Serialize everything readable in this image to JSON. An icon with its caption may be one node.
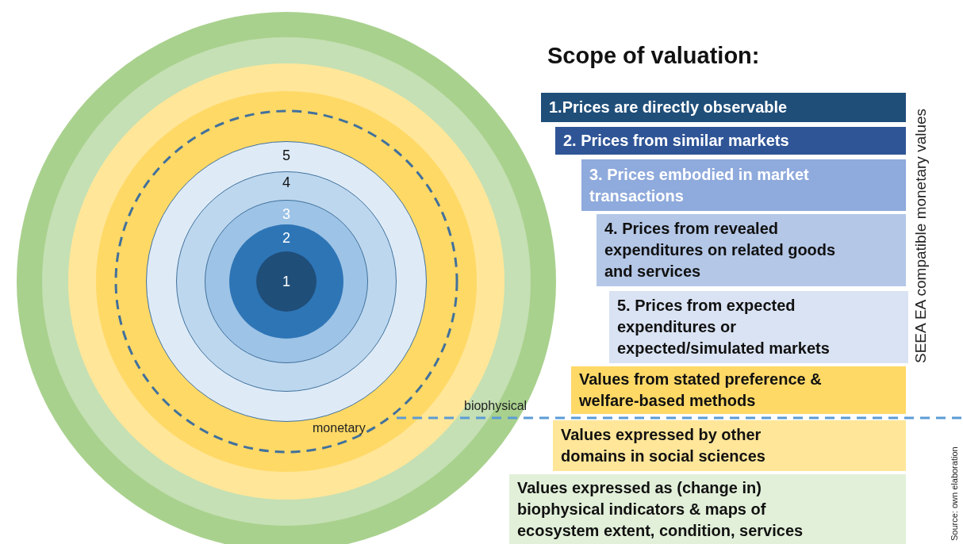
{
  "diagram": {
    "title": "Scope of valuation:",
    "nodes": [
      {
        "text": [],
        "shape": "circle"
      },
      {
        "text": [],
        "shape": "circle",
        "in": 0
      },
      {
        "text": [],
        "shape": "circle",
        "in": 1
      },
      {
        "text": [],
        "shape": "circle",
        "in": 2
      },
      {
        "text": [
          "5"
        ],
        "in": 3
      },
      {
        "text": [
          "4"
        ],
        "in": 4
      },
      {
        "text": [
          "3"
        ],
        "in": 5
      },
      {
        "text": [
          "2"
        ],
        "in": 6
      },
      {
        "text": [
          "1"
        ],
        "in": 7
      },
      {
        "text": [
          "1.Prices are directly observable"
        ]
      },
      {
        "text": [
          "2. Prices from similar markets"
        ]
      },
      {
        "text": [
          "3. Prices embodied in market transactions"
        ]
      },
      {
        "text": [
          "4. Prices from revealed expenditures on related goods and services"
        ]
      },
      {
        "text": [
          "5. Prices from expected expenditures or expected/simulated markets"
        ]
      },
      {
        "text": [
          "Values from stated preference & welfare-based methods"
        ]
      },
      {
        "text": [
          "Values expressed by other domains in social sciences"
        ]
      },
      {
        "text": [
          "Values expressed as (change in) biophysical indicators & maps of ecosystem extent, condition, services"
        ]
      }
    ],
    "labels": [
      "monetary",
      "biophysical",
      "SEEA EA compatible monetary values",
      "Source: own elaboration"
    ]
  }
}
